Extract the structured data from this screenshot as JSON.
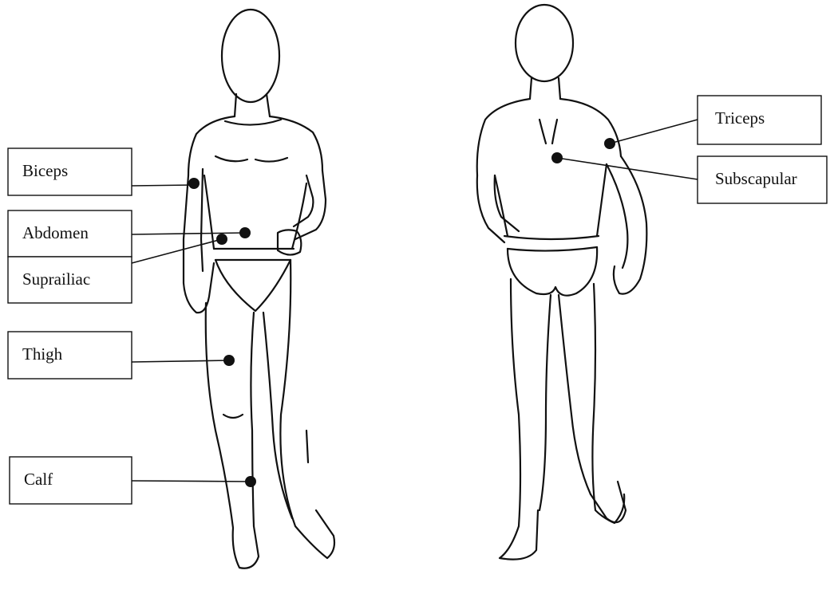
{
  "colors": {
    "ink": "#111111",
    "background": "#ffffff"
  },
  "labels": {
    "biceps": "Biceps",
    "abdomen": "Abdomen",
    "suprailiac": "Suprailiac",
    "thigh": "Thigh",
    "calf": "Calf",
    "triceps": "Triceps",
    "subscapular": "Subscapular"
  }
}
